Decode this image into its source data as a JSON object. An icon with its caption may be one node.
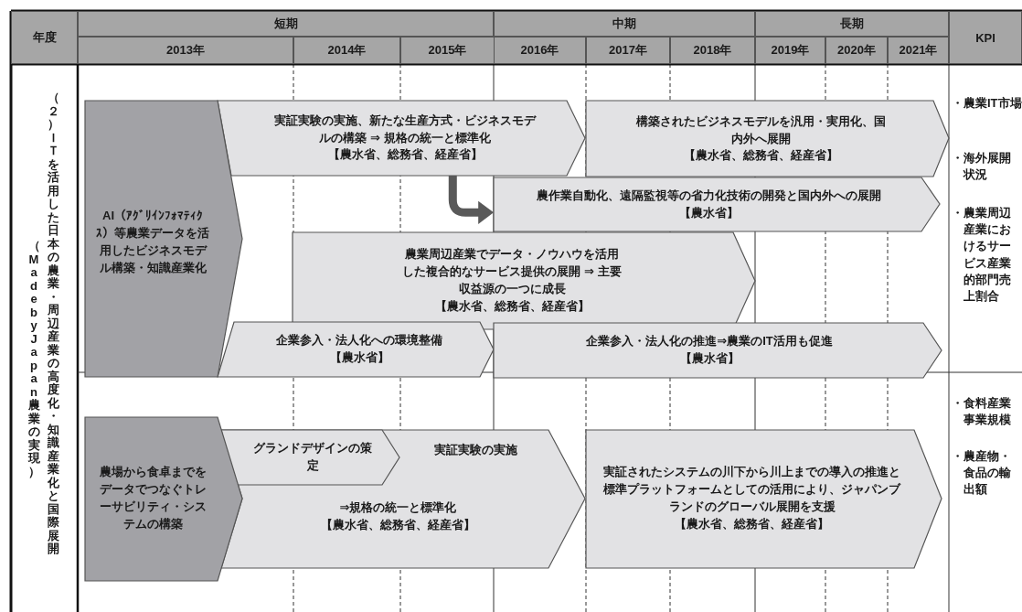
{
  "diagram": {
    "nodes": [
      {
        "text": [
          "AI（ｱｸﾞﾘｲﾝﾌｫﾏﾃｨｸｽ）等農業データを活用したビジネスモデル構築・知識産業化"
        ]
      },
      {
        "text": [
          "実証実験の実施、新たな生産方式・ビジネスモデルの構築 ⇒ 規格の統一と標準化",
          "【農水省、総務省、経産省】"
        ]
      },
      {
        "text": [
          "構築されたビジネスモデルを汎用・実用化、国内外へ展開",
          "【農水省、総務省、経産省】"
        ]
      },
      {
        "text": [
          "農作業自動化、遠隔監視等の省力化技術の開発と国内外への展開",
          "【農水省】"
        ]
      },
      {
        "text": [
          "農業周辺産業でデータ・ノウハウを活用した複合的なサービス提供の展開 ⇒ 主要収益源の一つに成長",
          "【農水省、総務省、経産省】"
        ]
      },
      {
        "text": [
          "企業参入・法人化への環境整備",
          "【農水省】"
        ]
      },
      {
        "text": [
          "企業参入・法人化の推進⇒農業のIT活用も促進",
          "【農水省】"
        ]
      },
      {
        "text": [
          "農場から食卓までをデータでつなぐトレーサビリティ・システムの構築"
        ]
      },
      {
        "text": [
          "実証実験の実施",
          "⇒規格の統一と標準化",
          "【農水省、総務省、経産省】"
        ]
      },
      {
        "text": [
          "グランドデザインの策定"
        ],
        "in": 8
      },
      {
        "text": [
          "実証されたシステムの川下から川上までの導入の推進と標準プラットフォームとしての活用により、ジャパンブランドのグローバル展開を支援",
          "【農水省、総務省、経産省】"
        ]
      }
    ],
    "edges": [
      {
        "from": 1,
        "to": 3,
        "arrow": "to"
      }
    ],
    "labels": [
      "年度",
      "短期",
      "中期",
      "長期",
      "KPI",
      "2013年",
      "2014年",
      "2015年",
      "2016年",
      "2017年",
      "2018年",
      "2019年",
      "2020年",
      "2021年",
      "（２）ＩＴを活用した日本の農業・周辺産業の高度化・知識産業化と国際展開",
      "（Made by Japan 農業の実現）",
      "・農業IT市場",
      "・海外展開状況",
      "・農業周辺産業におけるサービス産業的部門売上割合",
      "・食料産業事業規模",
      "・農産物・食品の輸出額"
    ]
  }
}
